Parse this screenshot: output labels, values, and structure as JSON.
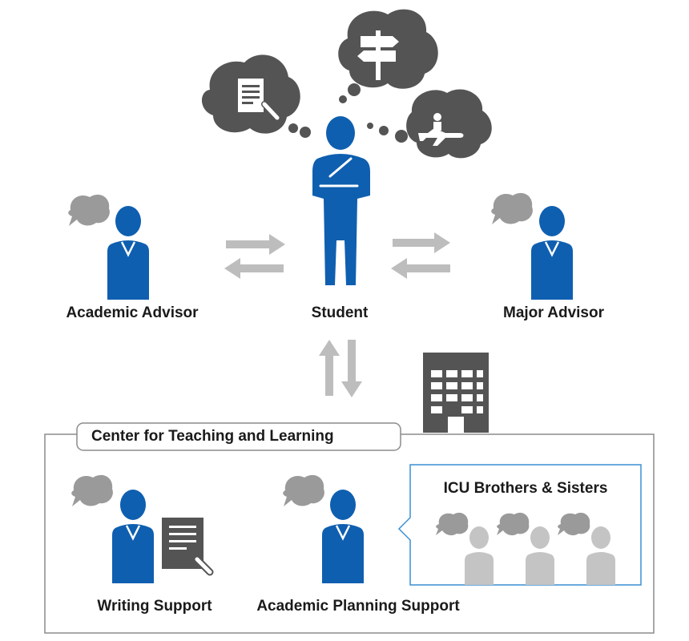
{
  "colors": {
    "person_blue": "#0f5fb0",
    "bubble_gray": "#9a9a9a",
    "thought_dark": "#555454",
    "arrow_gray": "#bdbdbd",
    "peer_gray": "#c4c4c4",
    "frame_gray": "#8c8c8c",
    "panel_blue": "#3a8fd3"
  },
  "nodes": {
    "student": "Student",
    "academic_advisor": "Academic Advisor",
    "major_advisor": "Major Advisor"
  },
  "center": {
    "title": "Center for Teaching and Learning",
    "writing_support": "Writing Support",
    "academic_planning_support": "Academic Planning Support",
    "peers_title": "ICU Brothers & Sisters"
  },
  "thoughts": [
    {
      "icon": "document-pen-icon"
    },
    {
      "icon": "signpost-icon"
    },
    {
      "icon": "airplane-travel-icon"
    }
  ]
}
